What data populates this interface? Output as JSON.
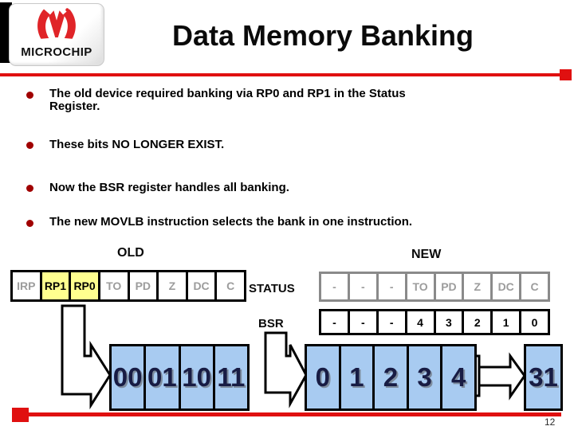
{
  "header": {
    "title": "Data Memory Banking",
    "logo_text": "MICROCHIP"
  },
  "bullets": [
    {
      "text": "The old device required banking via RP0 and RP1 in the Status\nRegister."
    },
    {
      "text": "These bits NO LONGER EXIST."
    },
    {
      "text": "Now the BSR register handles all banking."
    },
    {
      "text": "The new MOVLB instruction selects the bank in one instruction."
    }
  ],
  "diagram": {
    "old_label": "OLD",
    "new_label": "NEW",
    "status_register_label": "STATUS",
    "bsr_register_label": "BSR",
    "old_status_cells": [
      "IRP",
      "RP1",
      "RP0",
      "TO",
      "PD",
      "Z",
      "DC",
      "C"
    ],
    "new_status_cells": [
      "-",
      "-",
      "-",
      "TO",
      "PD",
      "Z",
      "DC",
      "C"
    ],
    "bsr_cells": [
      "-",
      "-",
      "-",
      "4",
      "3",
      "2",
      "1",
      "0"
    ],
    "old_banks": [
      "00",
      "01",
      "10",
      "11"
    ],
    "new_banks": [
      "0",
      "1",
      "2",
      "3",
      "4"
    ],
    "last_bank": "31"
  },
  "footer": {
    "page_number": "12"
  },
  "colors": {
    "accent_red": "#e01010",
    "logo_red": "#e02428",
    "highlight_yellow": "#ffff8f",
    "bank_blue": "#a8cbf1",
    "muted_gray": "#9c9c9c"
  }
}
